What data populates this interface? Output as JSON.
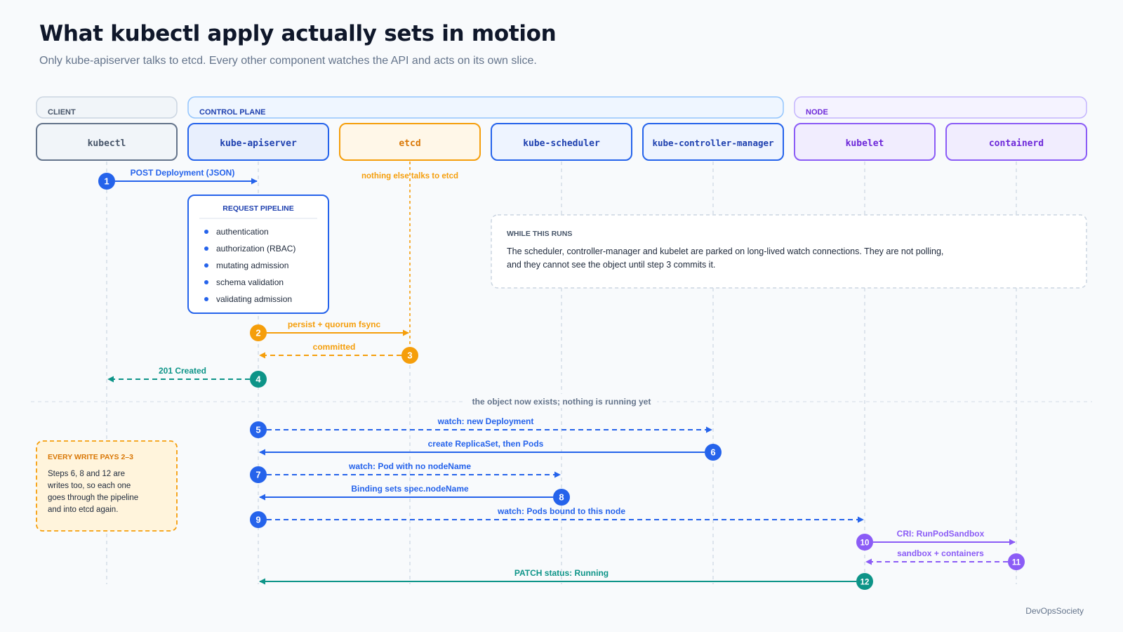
{
  "header": {
    "title": "What kubectl apply actually sets in motion",
    "subtitle": "Only kube-apiserver talks to etcd. Every other component watches the API and acts on its own slice."
  },
  "colors": {
    "blue": "#2563eb",
    "orange": "#f59e0b",
    "teal": "#0d9488",
    "purple": "#8b5cf6",
    "gray": "#64748b"
  },
  "groups": [
    {
      "id": "client",
      "label": "CLIENT"
    },
    {
      "id": "control",
      "label": "CONTROL PLANE"
    },
    {
      "id": "node",
      "label": "NODE"
    }
  ],
  "lanes": [
    {
      "id": "kubectl",
      "label": "kubectl"
    },
    {
      "id": "apiserver",
      "label": "kube-apiserver"
    },
    {
      "id": "etcd",
      "label": "etcd"
    },
    {
      "id": "scheduler",
      "label": "kube-scheduler"
    },
    {
      "id": "controller",
      "label": "kube-controller-manager"
    },
    {
      "id": "kubelet",
      "label": "kubelet"
    },
    {
      "id": "containerd",
      "label": "containerd"
    }
  ],
  "etcd_note": "nothing else talks to etcd",
  "pipeline": {
    "title": "REQUEST PIPELINE",
    "items": [
      "authentication",
      "authorization (RBAC)",
      "mutating admission",
      "schema validation",
      "validating admission"
    ]
  },
  "while_box": {
    "title": "WHILE THIS RUNS",
    "lines": [
      "The scheduler, controller-manager and kubelet are parked on long-lived watch connections. They are not polling,",
      "and they cannot see the object until step 3 commits it."
    ]
  },
  "divider_label": "the object now exists; nothing is running yet",
  "write_box": {
    "title": "EVERY WRITE PAYS 2–3",
    "lines": [
      "Steps 6, 8 and 12 are",
      "writes too, so each one",
      "goes through the pipeline",
      "and into etcd again."
    ]
  },
  "steps": [
    {
      "n": "1",
      "label": "POST Deployment (JSON)",
      "from": "kubectl",
      "to": "apiserver",
      "dashed": false,
      "color": "blue"
    },
    {
      "n": "2",
      "label": "persist + quorum fsync",
      "from": "apiserver",
      "to": "etcd",
      "dashed": false,
      "color": "orange"
    },
    {
      "n": "3",
      "label": "committed",
      "from": "etcd",
      "to": "apiserver",
      "dashed": true,
      "color": "orange"
    },
    {
      "n": "4",
      "label": "201 Created",
      "from": "apiserver",
      "to": "kubectl",
      "dashed": true,
      "color": "teal"
    },
    {
      "n": "5",
      "label": "watch: new Deployment",
      "from": "apiserver",
      "to": "controller",
      "dashed": true,
      "color": "blue"
    },
    {
      "n": "6",
      "label": "create ReplicaSet, then Pods",
      "from": "controller",
      "to": "apiserver",
      "dashed": false,
      "color": "blue"
    },
    {
      "n": "7",
      "label": "watch: Pod with no nodeName",
      "from": "apiserver",
      "to": "scheduler",
      "dashed": true,
      "color": "blue"
    },
    {
      "n": "8",
      "label": "Binding sets spec.nodeName",
      "from": "scheduler",
      "to": "apiserver",
      "dashed": false,
      "color": "blue"
    },
    {
      "n": "9",
      "label": "watch: Pods bound to this node",
      "from": "apiserver",
      "to": "kubelet",
      "dashed": true,
      "color": "blue"
    },
    {
      "n": "10",
      "label": "CRI: RunPodSandbox",
      "from": "kubelet",
      "to": "containerd",
      "dashed": false,
      "color": "purple"
    },
    {
      "n": "11",
      "label": "sandbox + containers",
      "from": "containerd",
      "to": "kubelet",
      "dashed": true,
      "color": "purple"
    },
    {
      "n": "12",
      "label": "PATCH status: Running",
      "from": "kubelet",
      "to": "apiserver",
      "dashed": false,
      "color": "teal"
    }
  ],
  "footer": "DevOpsSociety"
}
